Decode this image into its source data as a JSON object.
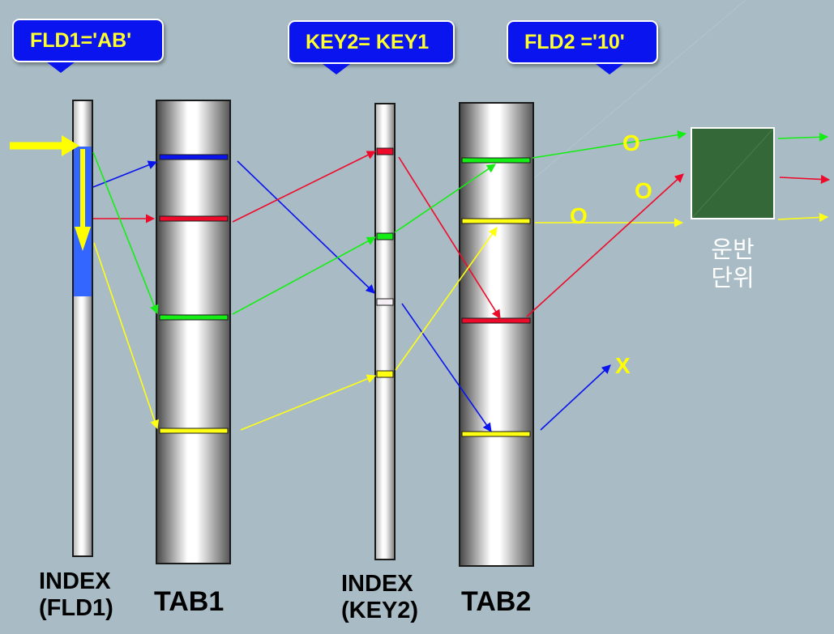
{
  "callouts": {
    "fld1": "FLD1='AB'",
    "key": "KEY2= KEY1",
    "fld2": "FLD2 ='10'"
  },
  "labels": {
    "index1_line1": "INDEX",
    "index1_line2": "(FLD1)",
    "tab1": "TAB1",
    "index2_line1": "INDEX",
    "index2_line2": "(KEY2)",
    "tab2": "TAB2"
  },
  "result_unit": {
    "line1": "운반",
    "line2": "단위"
  },
  "marks": {
    "green_match": "O",
    "red_match": "O",
    "yellow_match": "O",
    "blue_reject": "X"
  },
  "colors": {
    "background": "#a9bcc5",
    "callout": "#0a14ee",
    "callout_text": "#ffff2e",
    "index_scan": "#3366ff",
    "scan_arrow": "#ffff00",
    "result_box": "#346838",
    "blue_path": "#0a14ee",
    "red_path": "#ee0a2a",
    "green_path": "#14ee14",
    "yellow_path": "#ffff14"
  }
}
